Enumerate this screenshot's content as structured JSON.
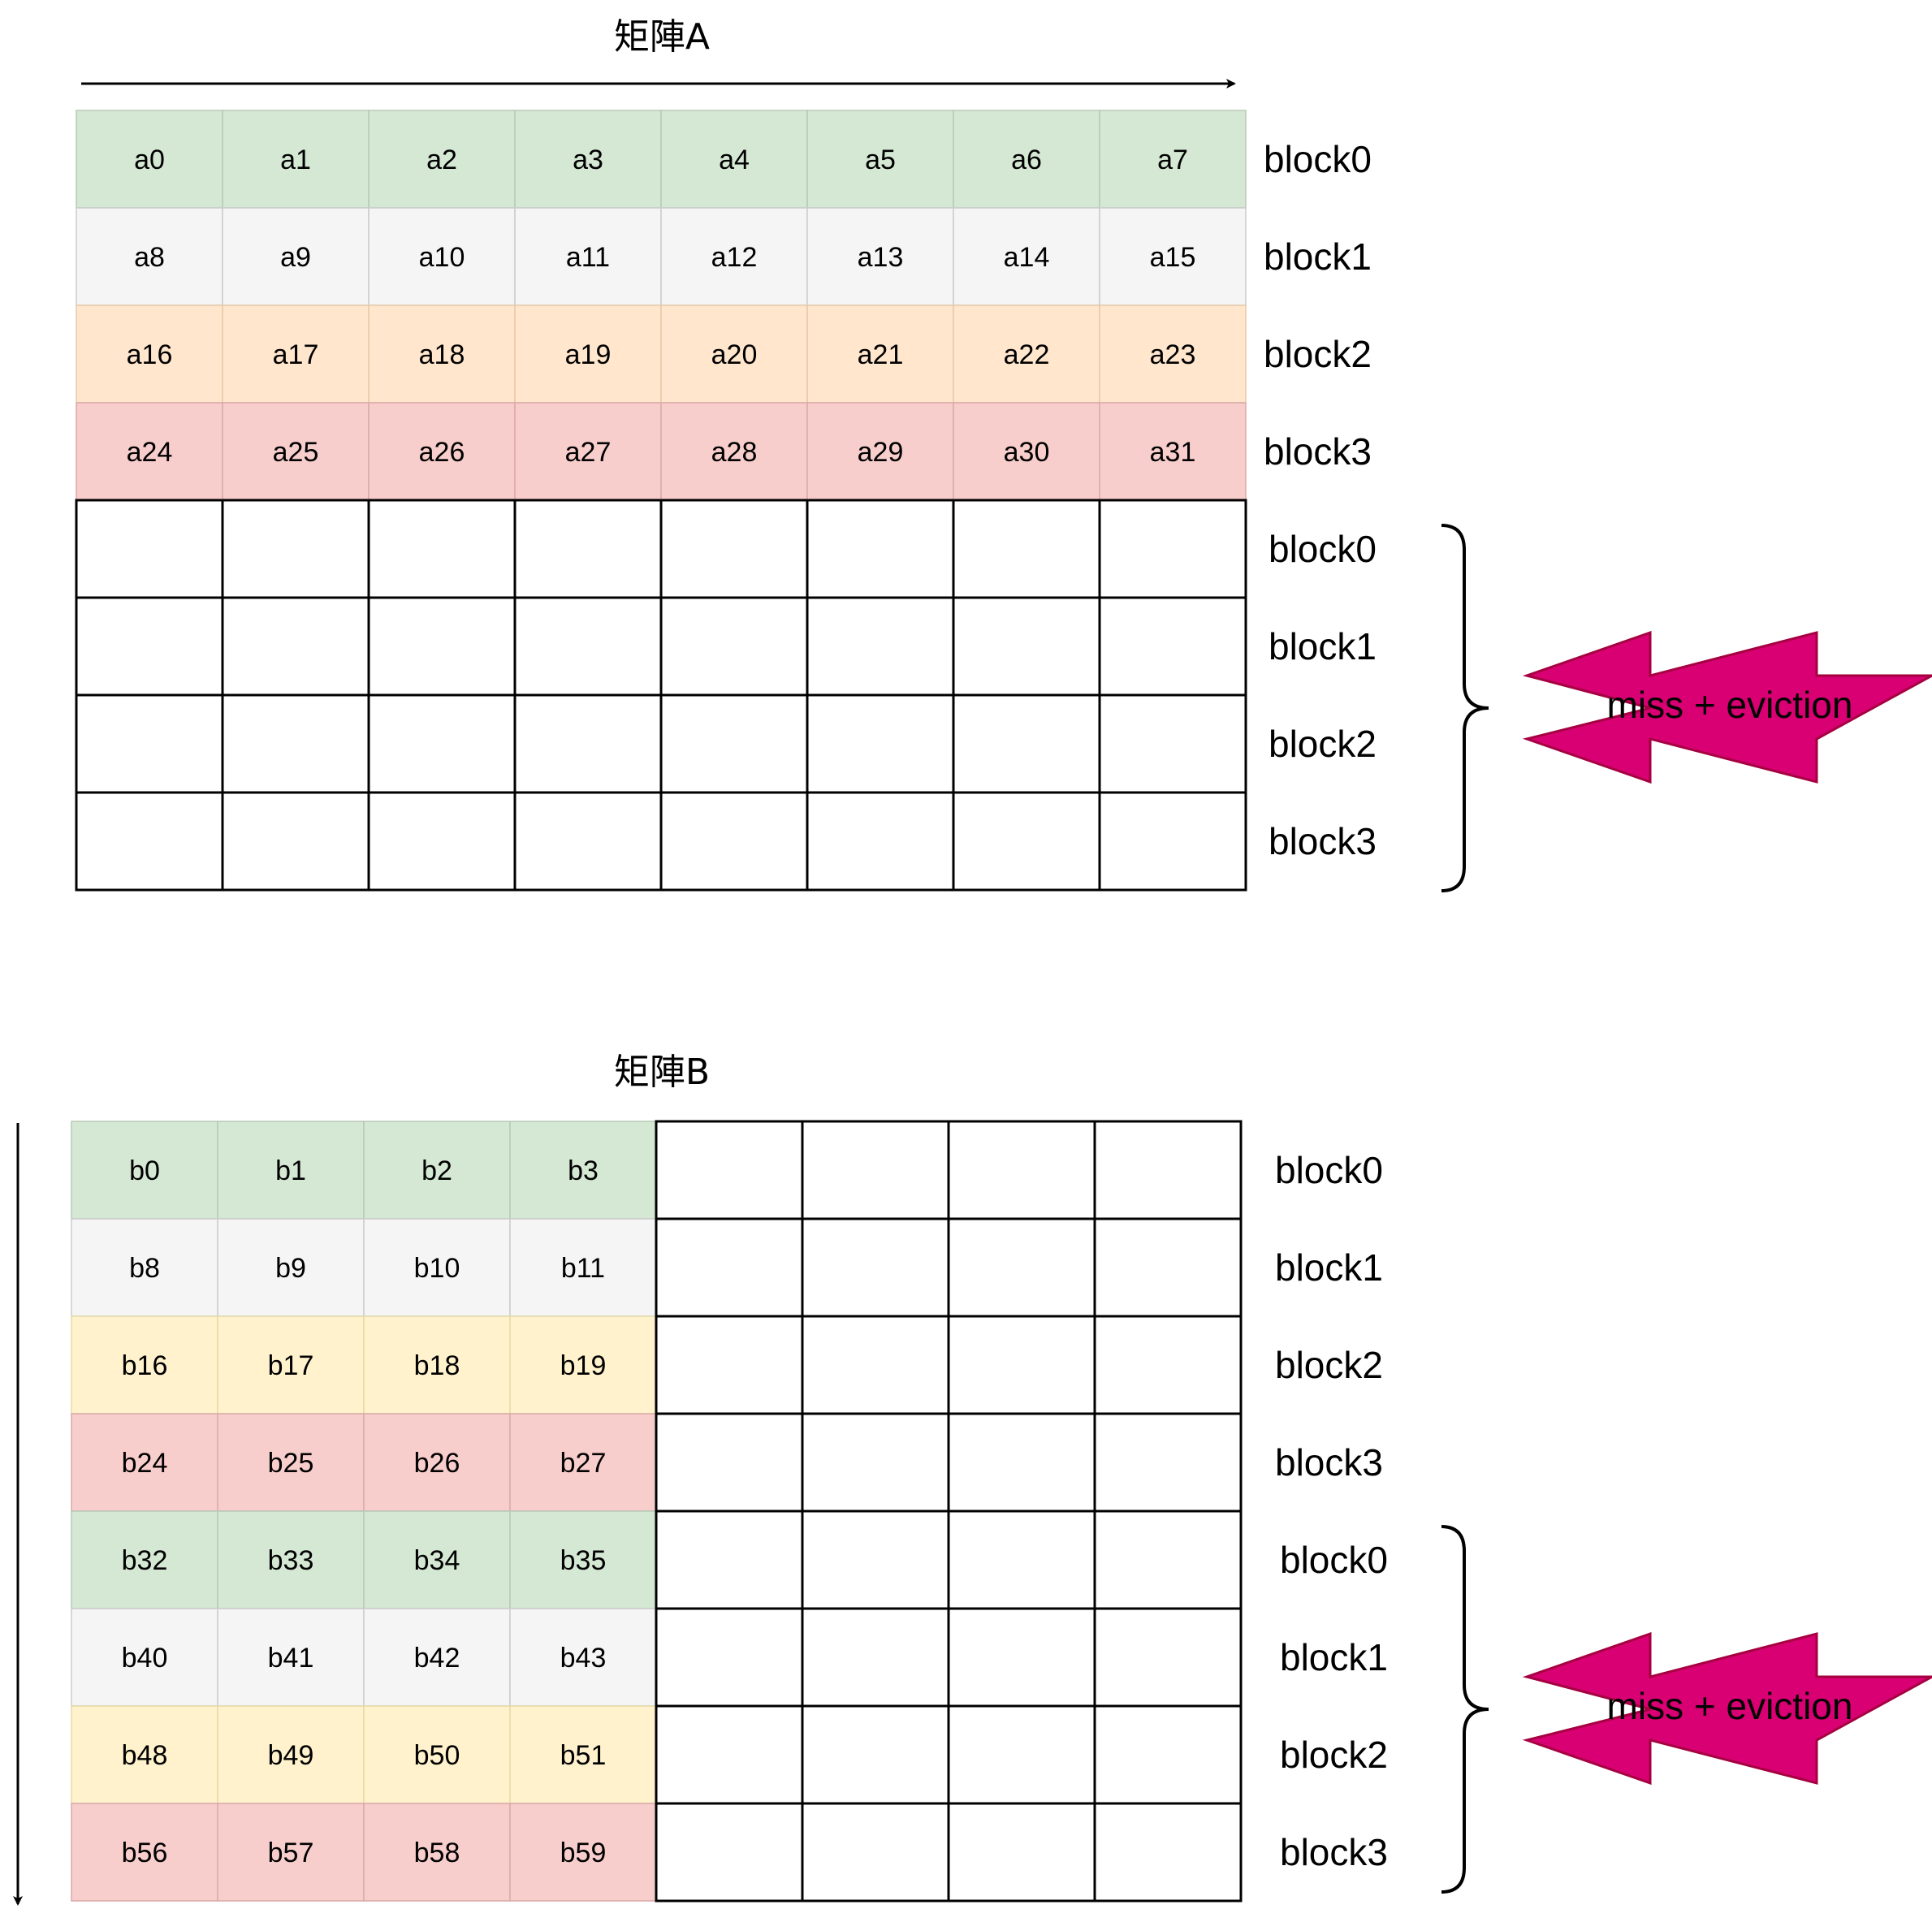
{
  "colors": {
    "green": "#d5e8d4",
    "gray": "#f5f5f5",
    "orange": "#ffe6cc",
    "yellow": "#fff2cc",
    "red": "#f8cecc",
    "star": "#d80073",
    "star_stroke": "#a50040"
  },
  "matrix_a": {
    "title": "矩陣A",
    "rows": [
      [
        "a0",
        "a1",
        "a2",
        "a3",
        "a4",
        "a5",
        "a6",
        "a7"
      ],
      [
        "a8",
        "a9",
        "a10",
        "a11",
        "a12",
        "a13",
        "a14",
        "a15"
      ],
      [
        "a16",
        "a17",
        "a18",
        "a19",
        "a20",
        "a21",
        "a22",
        "a23"
      ],
      [
        "a24",
        "a25",
        "a26",
        "a27",
        "a28",
        "a29",
        "a30",
        "a31"
      ],
      [
        "",
        "",
        "",
        "",
        "",
        "",
        "",
        ""
      ],
      [
        "",
        "",
        "",
        "",
        "",
        "",
        "",
        ""
      ],
      [
        "",
        "",
        "",
        "",
        "",
        "",
        "",
        ""
      ],
      [
        "",
        "",
        "",
        "",
        "",
        "",
        "",
        ""
      ]
    ],
    "row_colors": [
      "green",
      "gray",
      "orange",
      "red",
      "none",
      "none",
      "none",
      "none"
    ],
    "block_labels": [
      "block0",
      "block1",
      "block2",
      "block3",
      "block0",
      "block1",
      "block2",
      "block3"
    ],
    "star_label": "miss + eviction"
  },
  "matrix_b": {
    "title": "矩陣B",
    "rows": [
      [
        "b0",
        "b1",
        "b2",
        "b3",
        "",
        "",
        "",
        ""
      ],
      [
        "b8",
        "b9",
        "b10",
        "b11",
        "",
        "",
        "",
        ""
      ],
      [
        "b16",
        "b17",
        "b18",
        "b19",
        "",
        "",
        "",
        ""
      ],
      [
        "b24",
        "b25",
        "b26",
        "b27",
        "",
        "",
        "",
        ""
      ],
      [
        "b32",
        "b33",
        "b34",
        "b35",
        "",
        "",
        "",
        ""
      ],
      [
        "b40",
        "b41",
        "b42",
        "b43",
        "",
        "",
        "",
        ""
      ],
      [
        "b48",
        "b49",
        "b50",
        "b51",
        "",
        "",
        "",
        ""
      ],
      [
        "b56",
        "b57",
        "b58",
        "b59",
        "",
        "",
        "",
        ""
      ]
    ],
    "row_colors": [
      "green",
      "gray",
      "yellow",
      "red",
      "green",
      "gray",
      "yellow",
      "red"
    ],
    "block_labels": [
      "block0",
      "block1",
      "block2",
      "block3",
      "block0",
      "block1",
      "block2",
      "block3"
    ],
    "star_label": "miss + eviction"
  }
}
